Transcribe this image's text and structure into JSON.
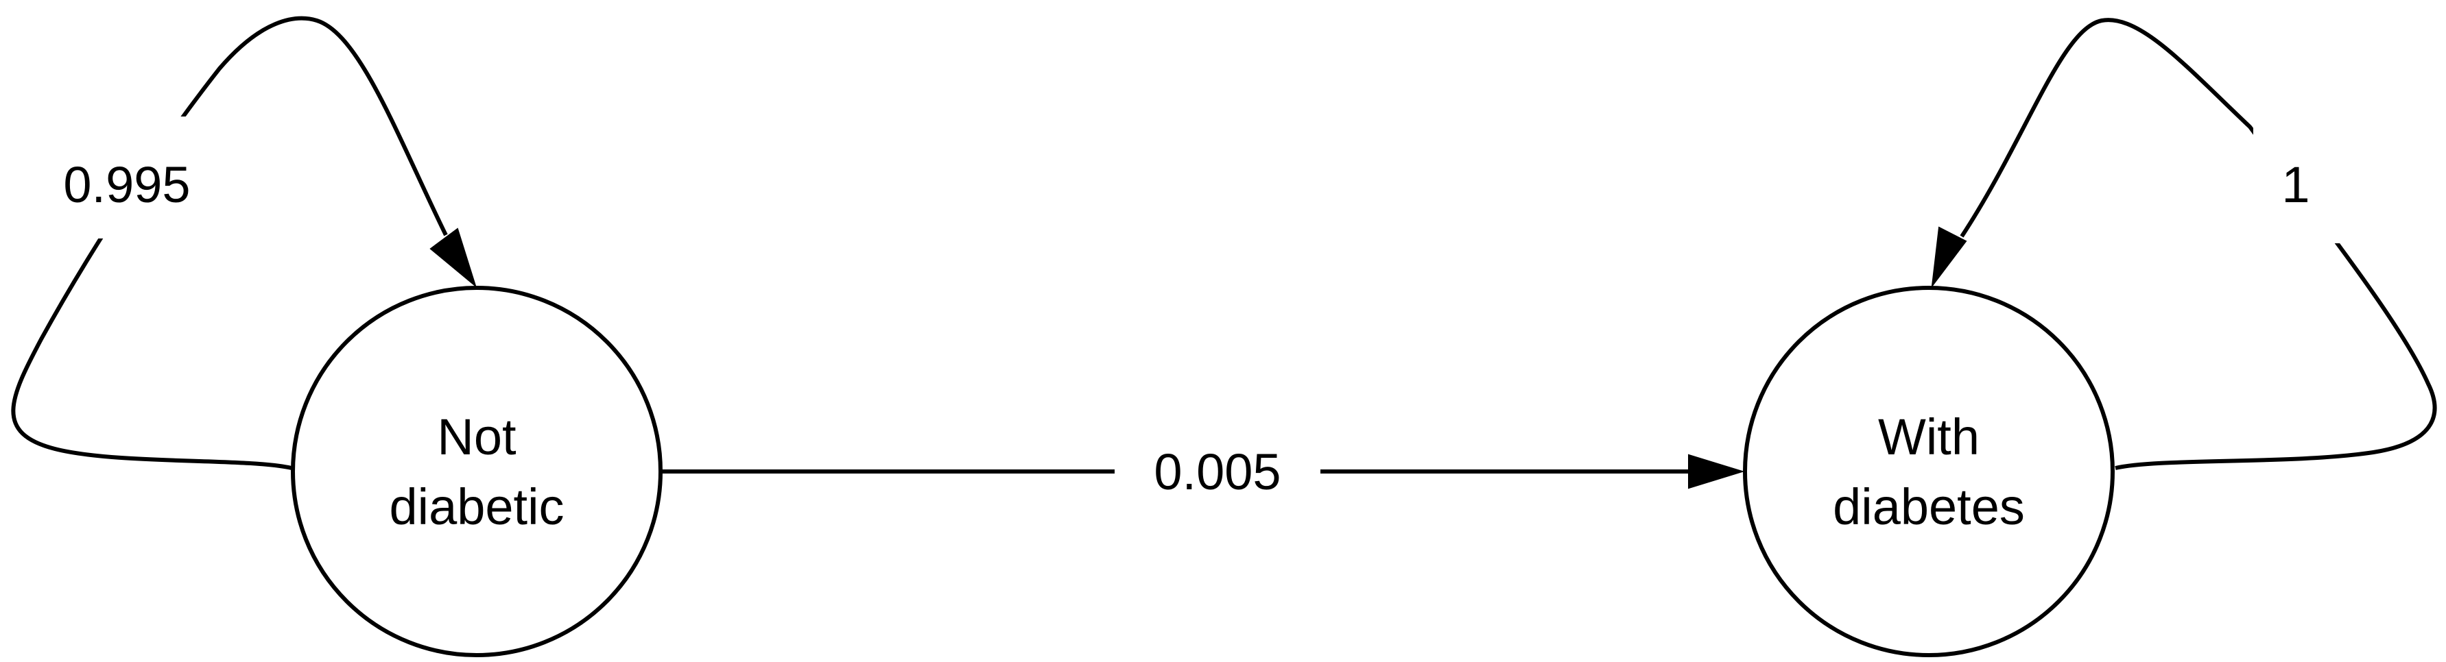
{
  "nodes": {
    "not_diabetic": {
      "line1": "Not",
      "line2": "diabetic"
    },
    "with_diabetes": {
      "line1": "With",
      "line2": "diabetes"
    }
  },
  "edges": {
    "not_to_not": {
      "label": "0.995"
    },
    "not_to_with": {
      "label": "0.005"
    },
    "with_to_with": {
      "label": "1"
    }
  },
  "colors": {
    "stroke": "#000000",
    "background": "#ffffff"
  }
}
